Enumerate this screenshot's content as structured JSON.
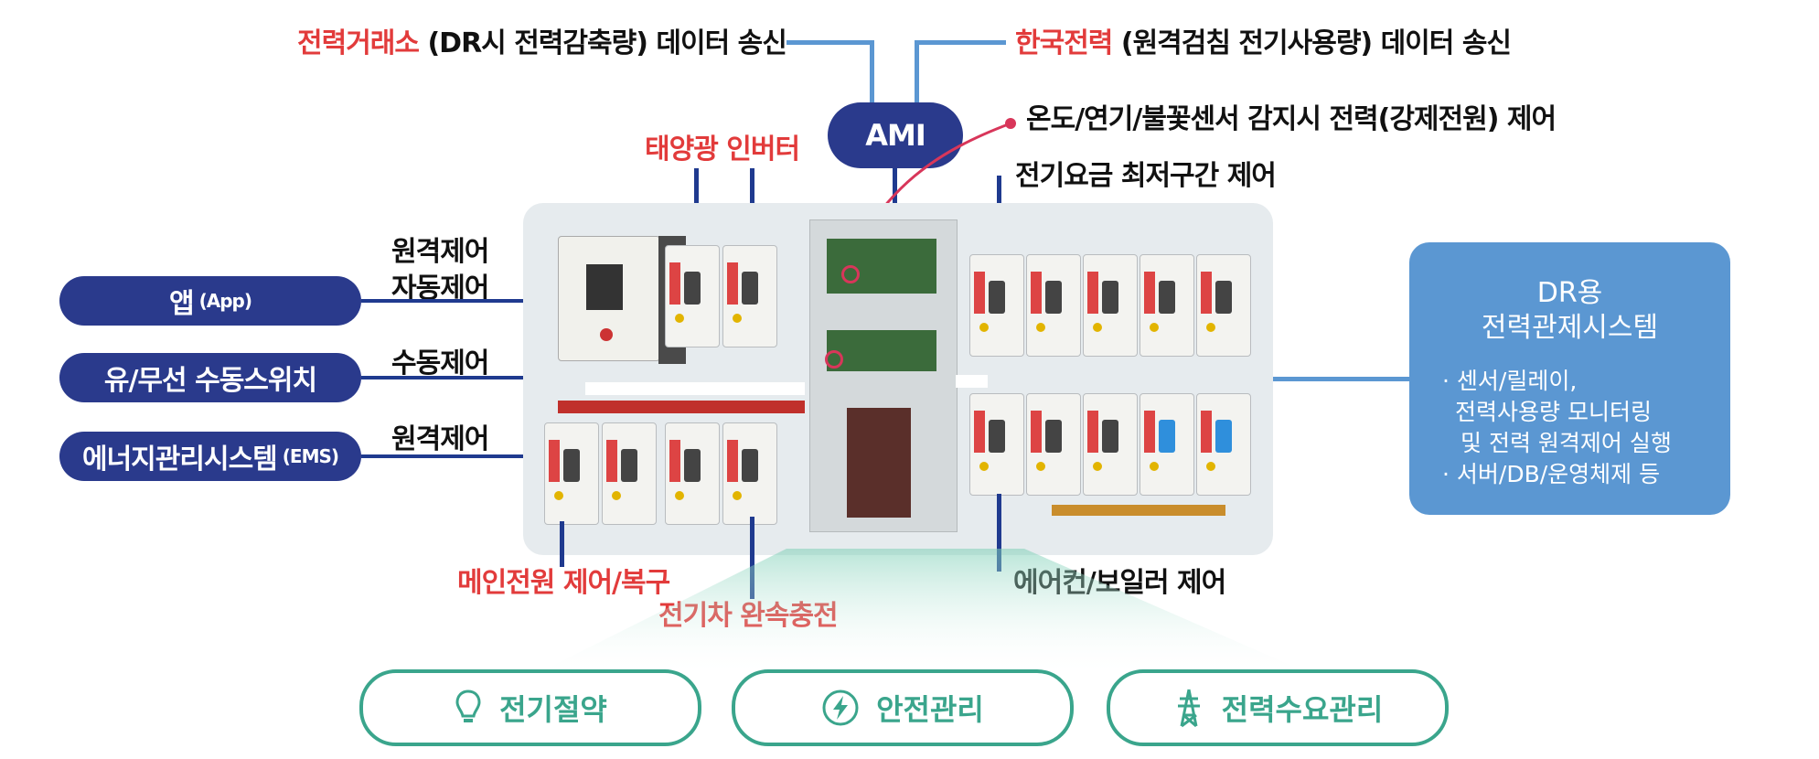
{
  "top": {
    "left_red": "전력거래소",
    "left_rest": "(DR시 전력감축량) 데이터 송신",
    "right_red": "한국전력",
    "right_rest": "(원격검침 전기사용량) 데이터 송신"
  },
  "ami": "AMI",
  "labels": {
    "fire_sensor": "온도/연기/불꽃센서 감지시 전력(강제전원) 제어",
    "solar_inverter": "태양광 인버터",
    "min_rate": "전기요금 최저구간 제어",
    "remote_auto_1": "원격제어",
    "remote_auto_2": "자동제어",
    "manual": "수동제어",
    "remote": "원격제어",
    "main_power": "메인전원 제어/복구",
    "ev_charge": "전기차 완속충전",
    "aircon": "에어컨/보일러 제어"
  },
  "pills": {
    "app_main": "앱",
    "app_sub": "(App)",
    "switch": "유/무선 수동스위치",
    "ems_main": "에너지관리시스템",
    "ems_sub": "(EMS)"
  },
  "dr_box": {
    "title1": "DR용",
    "title2": "전력관제시스템",
    "b1": "· 센서/릴레이,",
    "b2": "전력사용량 모니터링",
    "b3": "및 전력 원격제어 실행",
    "b4": "· 서버/DB/운영체제 등"
  },
  "bottom": {
    "saving": "전기절약",
    "safety": "안전관리",
    "demand": "전력수요관리"
  },
  "colors": {
    "navy": "#2a3a8c",
    "red": "#e23b3b",
    "blue": "#5b97d2",
    "green": "#3aa58c"
  },
  "icons": [
    "lightbulb-icon",
    "lightning-icon",
    "power-tower-icon"
  ]
}
